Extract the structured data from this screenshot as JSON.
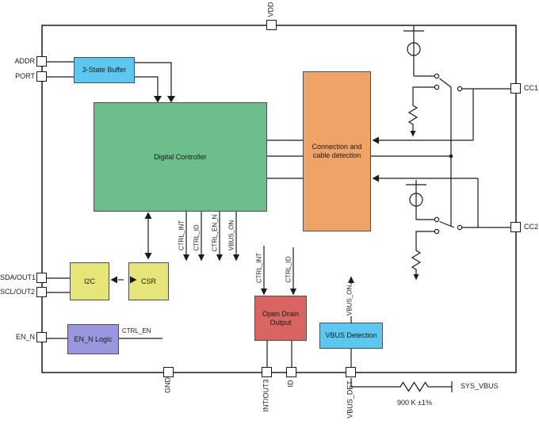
{
  "blocks": {
    "three_state_buffer": "3-State Buffer",
    "digital_controller": "Digital Controller",
    "connection_cable_detection": "Connection and cable detection",
    "i2c": "I2C",
    "csr": "CSR",
    "en_n_logic": "EN_N Logic",
    "open_drain_output": "Open Drain Output",
    "vbus_detection": "VBUS Detection"
  },
  "pins": {
    "vdd": "VDD",
    "addr": "ADDR",
    "port": "PORT",
    "sda_out1": "SDA/OUT1",
    "scl_out2": "SCL/OUT2",
    "en_n": "EN_N",
    "gnd": "GND",
    "int_out3": "INT/OUT3",
    "id": "ID",
    "vbus_det": "VBUS_DET",
    "cc1": "CC1",
    "cc2": "CC2"
  },
  "signals": {
    "ctrl_int": "CTRL_INT",
    "ctrl_id": "CTRL_ID",
    "ctrl_en_n": "CTRL_EN_N",
    "vbus_on": "VBUS_ON",
    "ctrl_en": "CTRL_EN"
  },
  "annotations": {
    "sys_vbus": "SYS_VBUS",
    "resistor_value": "900 K ±1%"
  },
  "colors": {
    "buffer_blue": "#5cc7ef",
    "controller_green": "#6cbe8c",
    "detection_orange": "#f0a366",
    "register_yellow": "#e5e579",
    "open_drain_red": "#d8655f",
    "logic_purple": "#9997de",
    "wire_black": "#1a1a1a"
  }
}
